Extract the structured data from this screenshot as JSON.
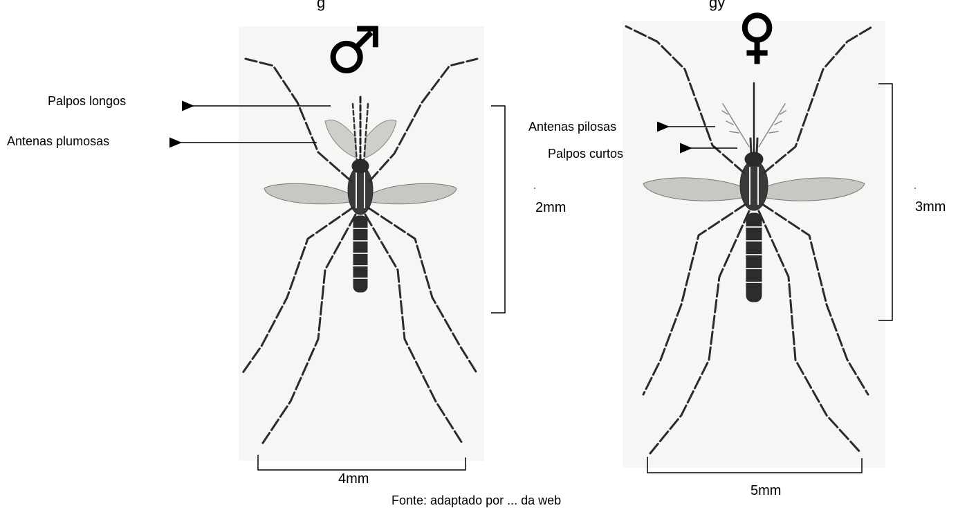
{
  "title_fragment_left": "g",
  "title_fragment_right": "gy",
  "bottom_caption_fragment": "Fonte: adaptado por ... da web",
  "male": {
    "symbol": "male-symbol-icon",
    "labels": {
      "palps": "Palpos longos",
      "antennae": "Antenas plumosas"
    },
    "body_length": "2mm",
    "leg_span": "4mm"
  },
  "female": {
    "symbol": "female-symbol-icon",
    "labels": {
      "antennae": "Antenas pilosas",
      "palps": "Palpos curtos"
    },
    "body_length": "3mm",
    "leg_span": "5mm"
  },
  "colors": {
    "ink": "#000000",
    "panel": "#f6f6f4",
    "wing": "#bdbdb8"
  }
}
